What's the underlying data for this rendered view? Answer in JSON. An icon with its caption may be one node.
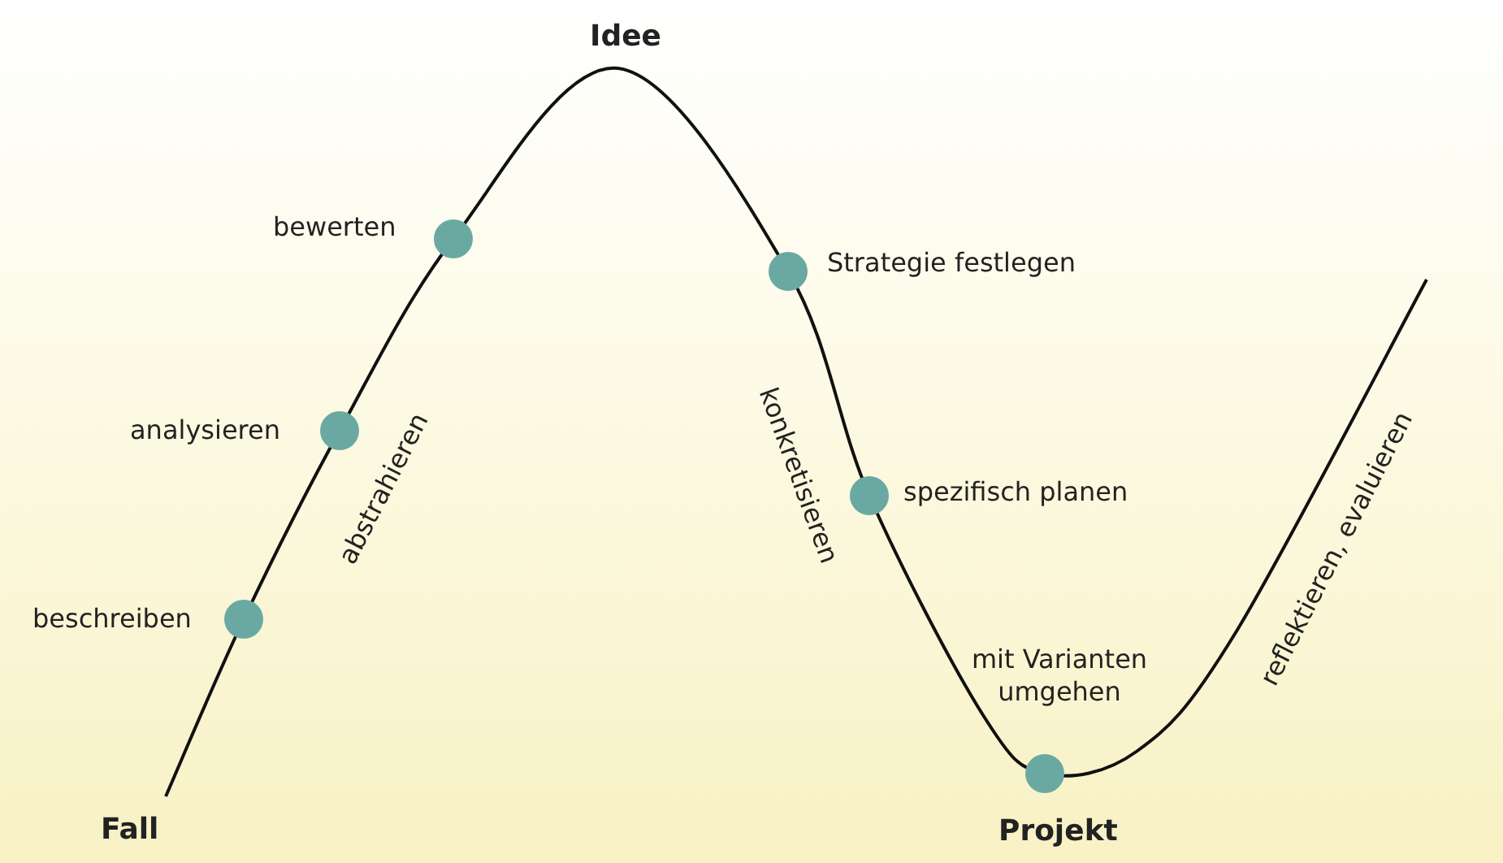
{
  "diagram": {
    "nodes": [
      {
        "text": [],
        "shape": "circle",
        "beside": [
          "beschreiben"
        ]
      },
      {
        "text": [],
        "shape": "circle",
        "beside": [
          "analysieren"
        ]
      },
      {
        "text": [],
        "shape": "circle",
        "beside": [
          "bewerten"
        ]
      },
      {
        "text": [],
        "shape": "circle",
        "beside": [
          "Strategie festlegen"
        ]
      },
      {
        "text": [],
        "shape": "circle",
        "beside": [
          "spezifisch planen"
        ]
      },
      {
        "text": [],
        "shape": "circle",
        "beside": [
          "mit Varianten umgehen"
        ]
      }
    ],
    "labels": [
      "Idee",
      "abstrahieren",
      "konkretisieren",
      "reflektieren, evaluieren",
      "Fall",
      "Projekt"
    ]
  }
}
